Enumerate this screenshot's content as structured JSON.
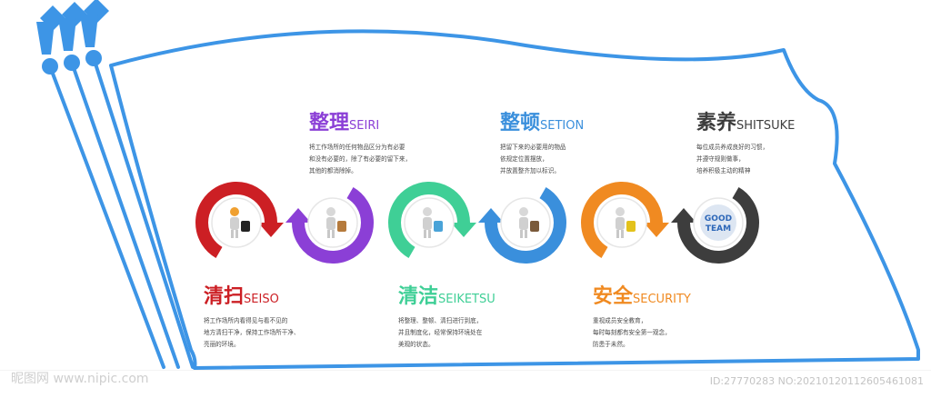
{
  "items": [
    {
      "cn": "清扫",
      "en": "SEISO",
      "color": "#cc1f24",
      "icon": "figure-with-barrel-icon",
      "desc": [
        "将工作场所内看得见与看不见的",
        "地方清扫干净，保持工作场所干净、",
        "亮丽的环境。"
      ]
    },
    {
      "cn": "整理",
      "en": "SEIRI",
      "color": "#8b3fd6",
      "icon": "figure-with-cart-icon",
      "desc": [
        "将工作场所的任何物品区分为有必要",
        "和没有必要的，除了有必要的留下来，",
        "其他的都消除掉。"
      ]
    },
    {
      "cn": "清洁",
      "en": "SEIKETSU",
      "color": "#3fcf96",
      "icon": "figure-cleaning-icon",
      "desc": [
        "将整理、整顿、清扫进行到底，",
        "并且制度化，经常保持环境处在",
        "美观的状态。"
      ]
    },
    {
      "cn": "整顿",
      "en": "SETION",
      "color": "#3a8fdc",
      "icon": "team-meeting-icon",
      "desc": [
        "把留下来的必要用的物品",
        "依规定位置摆放，",
        "并放置整齐加以标识。"
      ]
    },
    {
      "cn": "安全",
      "en": "SECURITY",
      "color": "#f08a21",
      "icon": "workers-helmets-icon",
      "desc": [
        "重视成员安全教育，",
        "每时每刻都有安全第一观念，",
        "防患于未然。"
      ]
    },
    {
      "cn": "素养",
      "en": "SHITSUKE",
      "color": "#3d3d3d",
      "icon": "good-team-icon",
      "desc": [
        "每位成员养成良好的习惯，",
        "并遵守规则做事，",
        "培养积极主动的精神"
      ]
    }
  ],
  "badge_text": [
    "GOOD",
    "TEAM"
  ],
  "watermark_left": "昵图网 www.nipic.com",
  "watermark_right": "ID:27770283 NO:20210120112605461081",
  "flag_color": "#3d95e6"
}
